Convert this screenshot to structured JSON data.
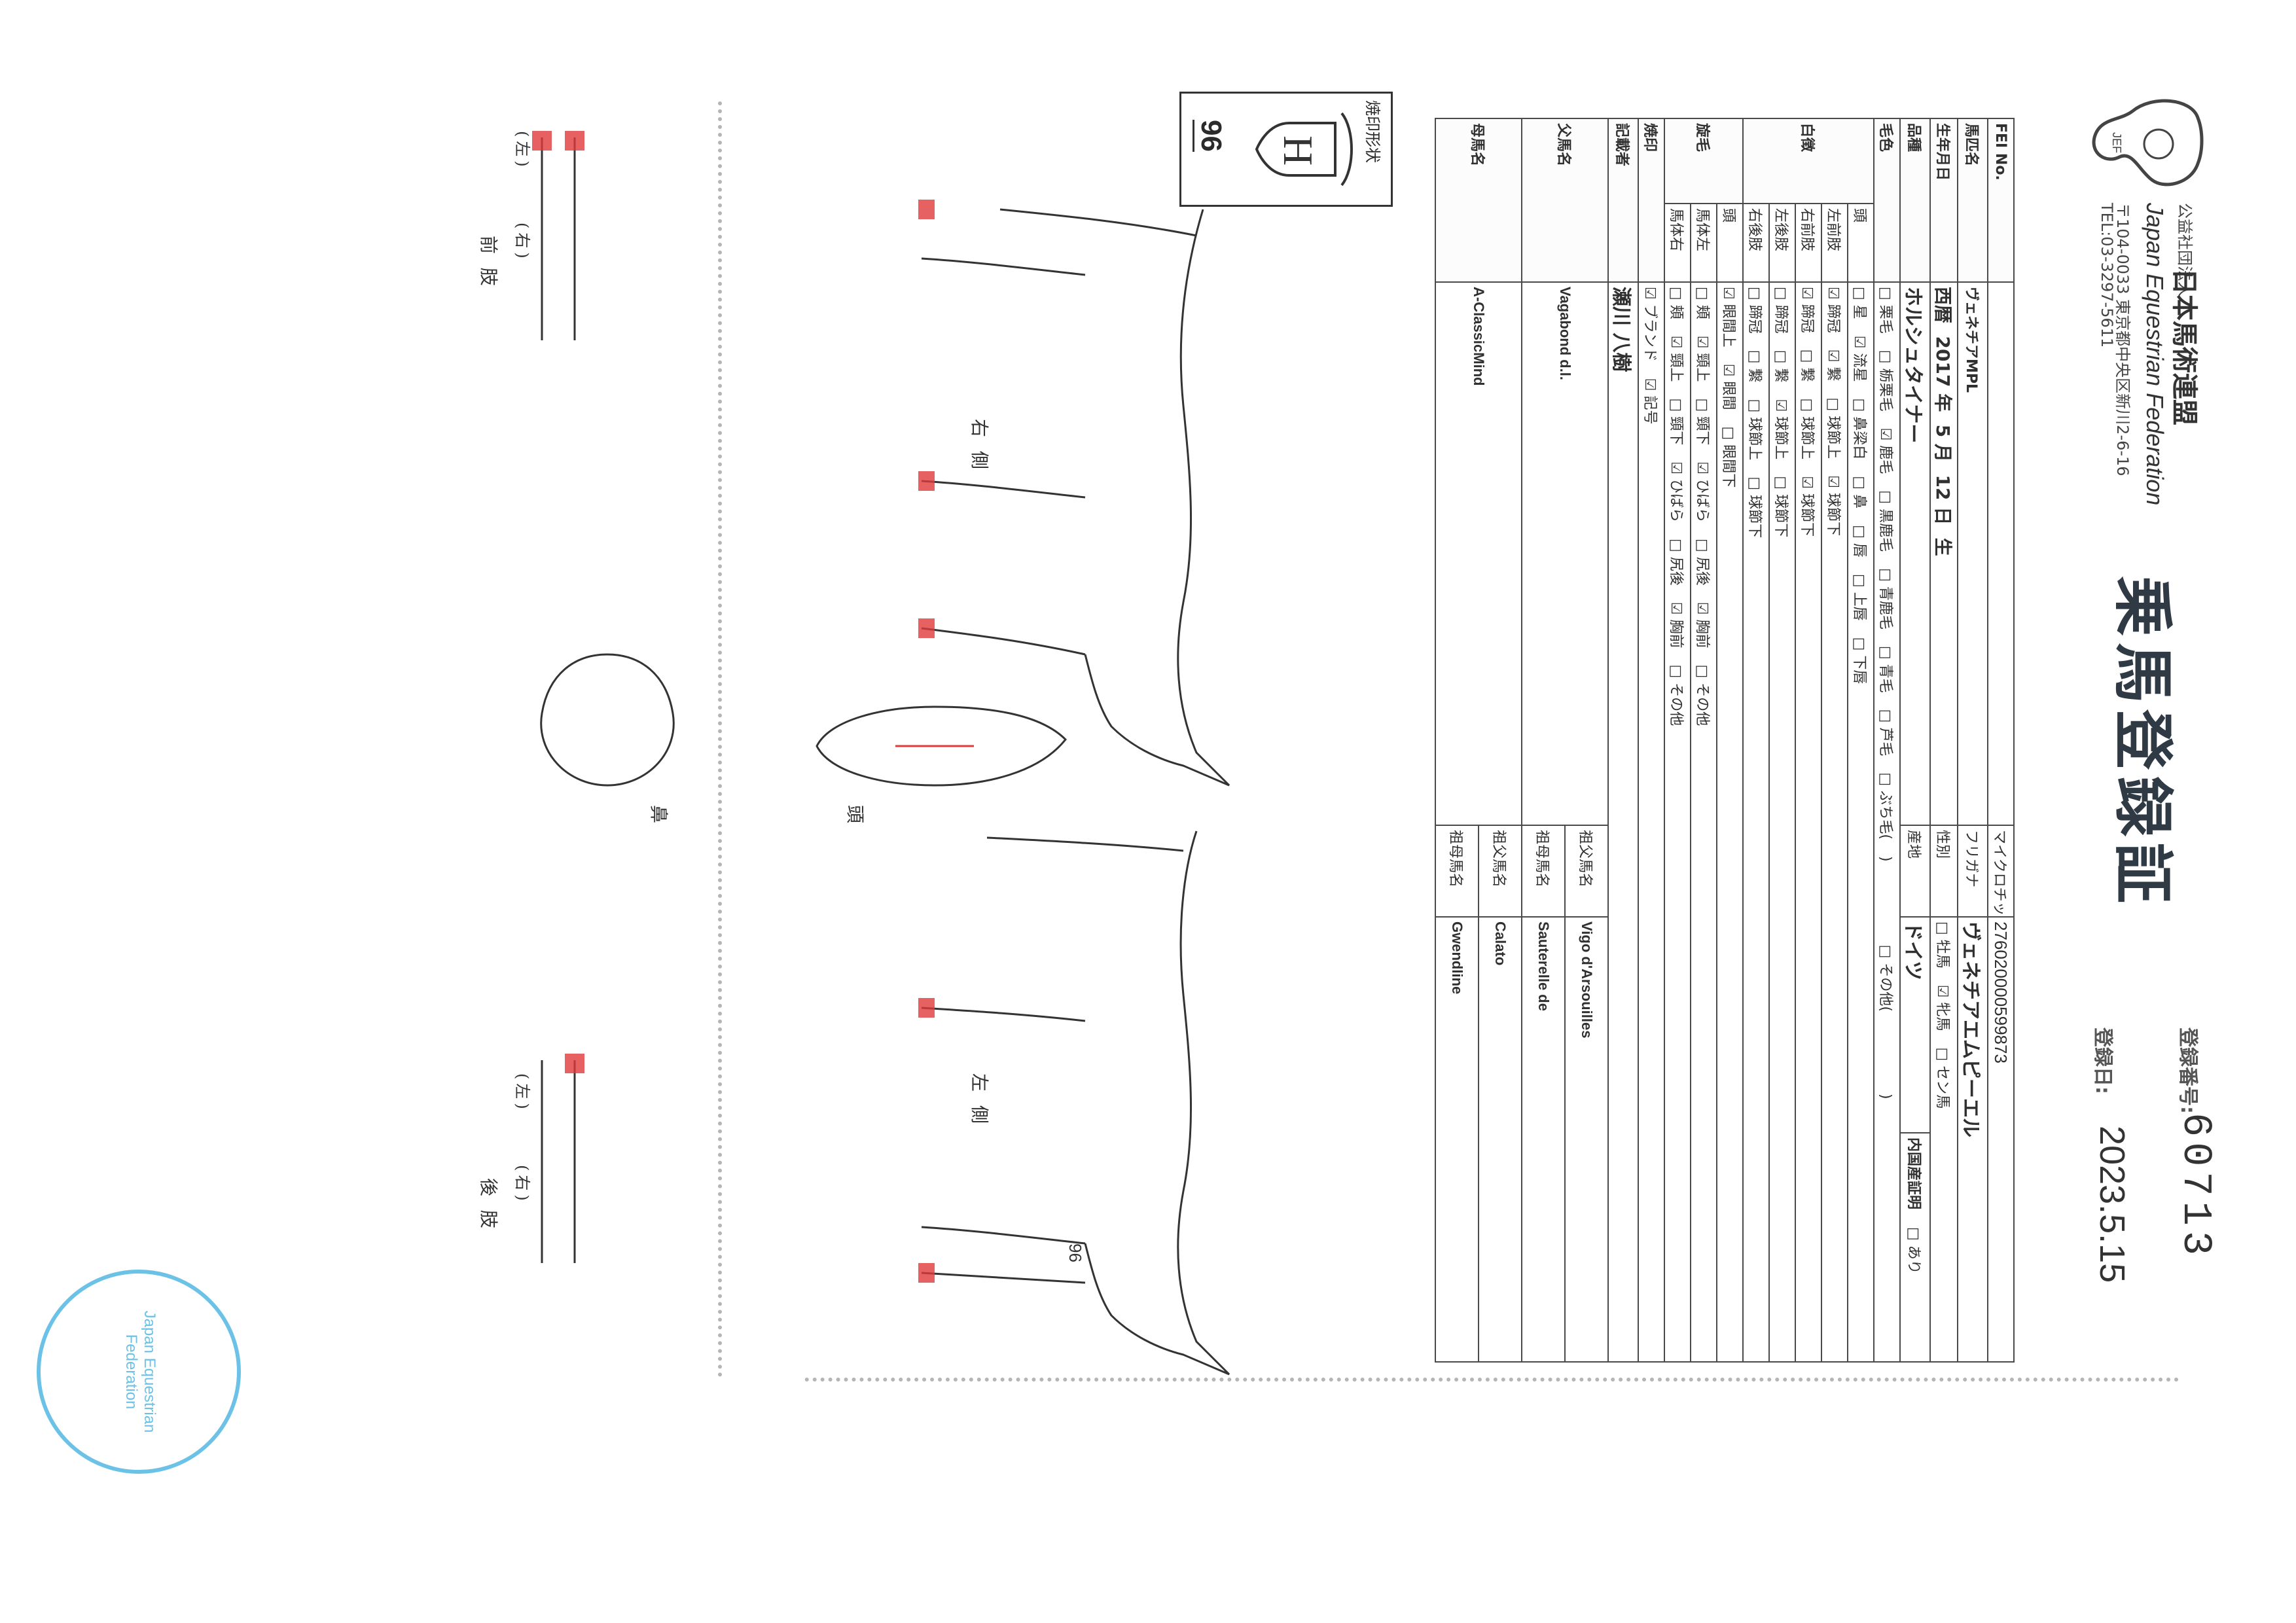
{
  "header": {
    "title": "乗馬登録証",
    "org_prefix": "公益社団法人",
    "org_name_ja": "日本馬術連盟",
    "org_name_en": "Japan Equestrian Federation",
    "address": "〒104-0033 東京都中央区新川2-6-16",
    "tel": "TEL:03-3297-5611",
    "registration_no_label": "登録番号:",
    "registration_no": "60713",
    "registration_date_label": "登録日:",
    "registration_date": "2023.5.15"
  },
  "form": {
    "fei_label": "FEI No.",
    "microchip_label": "マイクロチップNo.",
    "microchip_value": "276020000599873",
    "horse_name_label": "馬匹名",
    "horse_name": "ヴェネチアMPL",
    "furigana_label": "フリガナ",
    "furigana_value": "ヴェネチアエムピーエル",
    "birth_label": "生年月日",
    "birth_era": "西暦",
    "birth_year": "2017",
    "birth_year_unit": "年",
    "birth_month": "5",
    "birth_month_unit": "月",
    "birth_day": "12",
    "birth_day_unit": "日",
    "birth_suffix": "生",
    "sex_label": "性別",
    "sex_options": [
      "□ 牡馬",
      "☑ 牝馬",
      "□ セン馬"
    ],
    "breed_label": "品種",
    "breed_value": "ホルシュタイナー",
    "origin_label": "産地",
    "origin_value": "ドイツ",
    "import_label": "内国産証明",
    "import_option": "□ あり",
    "coat_label": "毛色",
    "coat_options": [
      "□ 栗毛",
      "□ 栃栗毛",
      "☑ 鹿毛",
      "□ 黒鹿毛",
      "□ 青鹿毛",
      "□ 青毛",
      "□ 芦毛",
      "□ ぶち毛(",
      ")",
      "□ その他(",
      ")"
    ],
    "white_label": "白徴",
    "white_rows": [
      {
        "label": "頭",
        "items": [
          "□ 星",
          "☑ 流星",
          "□ 鼻梁白",
          "□ 鼻",
          "□ 唇",
          "□ 上唇",
          "□ 下唇"
        ]
      },
      {
        "label": "左前肢",
        "items": [
          "☑ 蹄冠",
          "☑ 繋",
          "□ 球節上",
          "☑ 球節下"
        ]
      },
      {
        "label": "右前肢",
        "items": [
          "☑ 蹄冠",
          "□ 繋",
          "□ 球節上",
          "☑ 球節下"
        ]
      },
      {
        "label": "左後肢",
        "items": [
          "□ 蹄冠",
          "□ 繋",
          "☑ 球節上",
          "□ 球節下"
        ]
      },
      {
        "label": "右後肢",
        "items": [
          "□ 蹄冠",
          "□ 繋",
          "□ 球節上",
          "□ 球節下"
        ]
      }
    ],
    "whorl_label": "旋毛",
    "whorl_rows": [
      {
        "label": "頭",
        "items": [
          "☑ 眼間上",
          "☑ 眼間",
          "□ 眼間下"
        ]
      },
      {
        "label": "馬体左",
        "items": [
          "□ 頬",
          "☑ 頸上",
          "□ 頸下",
          "☑ ひばら",
          "□ 尻後",
          "☑ 胸前",
          "□ その他"
        ]
      },
      {
        "label": "馬体右",
        "items": [
          "□ 頬",
          "☑ 頸上",
          "□ 頸下",
          "☑ ひばら",
          "□ 尻後",
          "☑ 胸前",
          "□ その他"
        ]
      }
    ],
    "brand_label": "焼印",
    "brand_items": [
      "☑ ブランド",
      "☑ 記号"
    ],
    "recorder_label": "記載者",
    "recorder_value": "瀬川 八樹",
    "sire_label": "父馬名",
    "sire_value": "Vagabond d.l.",
    "grandsire_label": "祖父馬名",
    "grandsire_value": "Vigo d'Arsouilles",
    "granddam_label": "祖母馬名",
    "granddam_value": "Sauterelle de",
    "dam_label": "母馬名",
    "dam_value": "A-ClassicMind",
    "dam_grandsire_label": "祖父馬名",
    "dam_grandsire_value": "Calato",
    "dam_granddam_label": "祖母馬名",
    "dam_granddam_value": "Gwendline"
  },
  "diagrams": {
    "brand_box_label": "焼印形状",
    "brand_number": "96",
    "label_right_side": "右 側",
    "label_left_side": "左 側",
    "label_head": "頭",
    "label_muzzle": "鼻",
    "label_fore": "前 肢",
    "label_hind": "後 肢",
    "label_left": "(左)",
    "label_right": "(右)",
    "brand_on_body": "96",
    "seal_text": "Japan Equestrian Federation"
  },
  "colors": {
    "marking_red": "#e03a3a",
    "seal_blue": "#6cc2e6",
    "ink": "#2b2b2b"
  }
}
